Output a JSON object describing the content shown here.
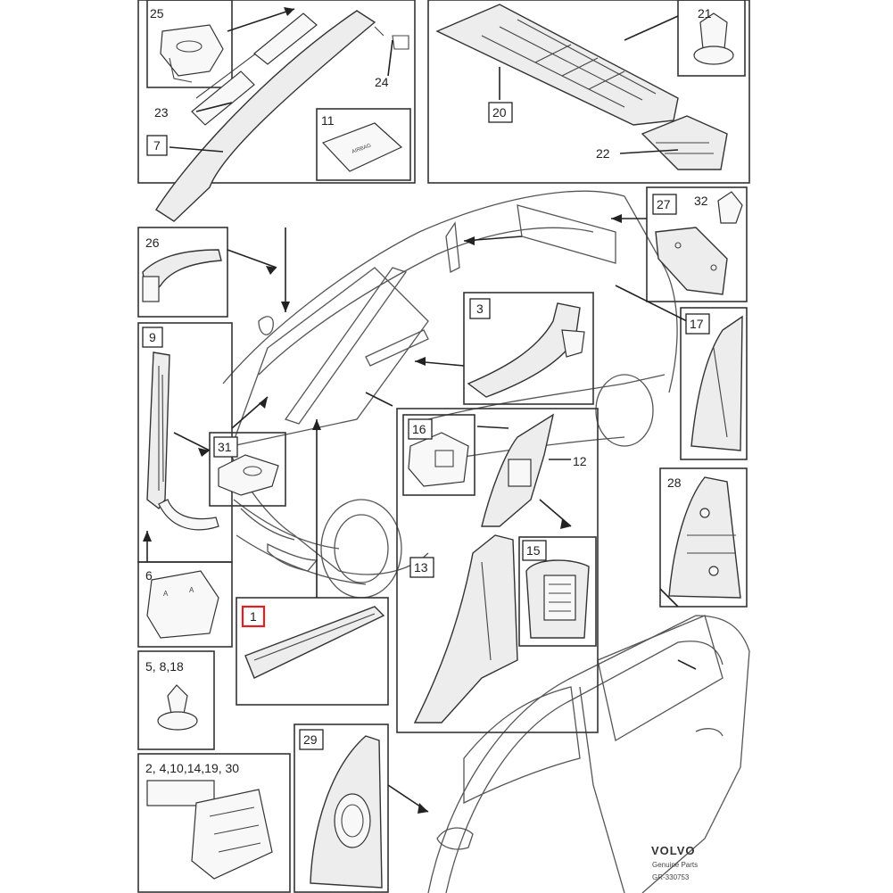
{
  "callouts": {
    "c1": "1",
    "c2": "2, 4,10,14,19, 30",
    "c3": "3",
    "c5": "5, 8,18",
    "c6": "6",
    "c7": "7",
    "c9": "9",
    "c11": "11",
    "c12": "12",
    "c13": "13",
    "c15": "15",
    "c16": "16",
    "c17": "17",
    "c20": "20",
    "c21": "21",
    "c22": "22",
    "c23": "23",
    "c24": "24",
    "c25": "25",
    "c26": "26",
    "c27": "27",
    "c28": "28",
    "c29": "29",
    "c31": "31",
    "c32": "32"
  },
  "airbag_label": "AIRBAG",
  "brand": {
    "name": "VOLVO",
    "tagline": "Genuine Parts",
    "ref": "GR-330753"
  },
  "colors": {
    "line": "#333333",
    "highlight": "#e02020",
    "part_fill": "#ededed"
  }
}
